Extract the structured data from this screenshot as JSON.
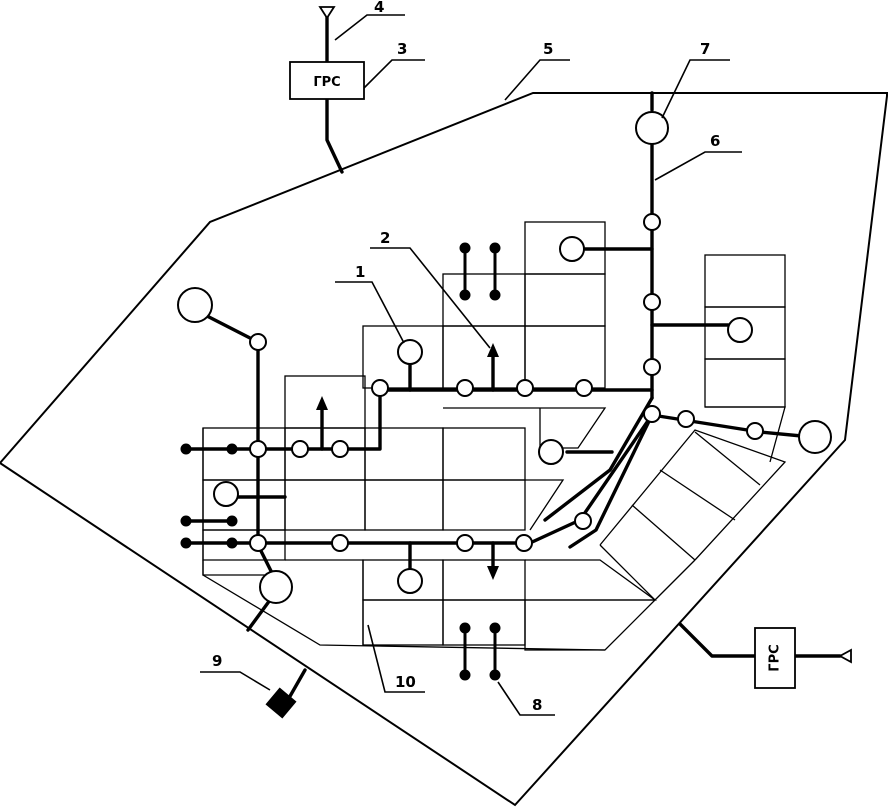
{
  "callouts": [
    "1",
    "2",
    "3",
    "4",
    "5",
    "6",
    "7",
    "8",
    "9",
    "10"
  ],
  "stations": {
    "top": "ГРС",
    "bottom": "ГРС"
  }
}
